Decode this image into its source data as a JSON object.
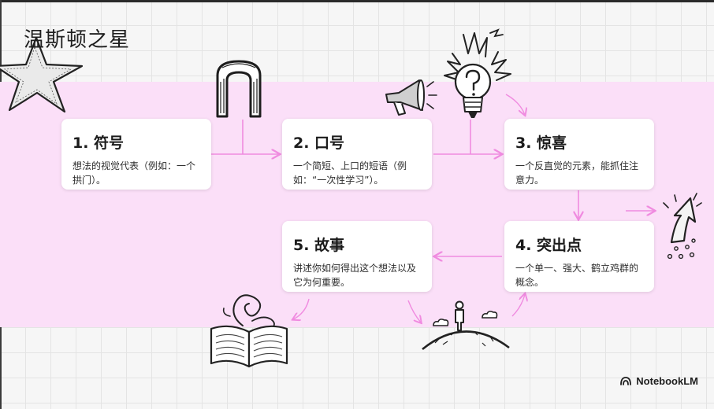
{
  "title": "温斯顿之星",
  "steps": [
    {
      "title": "1. 符号",
      "desc": "想法的视觉代表（例如：一个拱门）。"
    },
    {
      "title": "2. 口号",
      "desc": "一个简短、上口的短语（例如：“一次性学习”）。"
    },
    {
      "title": "3. 惊喜",
      "desc": "一个反直觉的元素，能抓住注意力。"
    },
    {
      "title": "4. 突出点",
      "desc": "一个单一、强大、鹤立鸡群的概念。"
    },
    {
      "title": "5. 故事",
      "desc": "讲述你如何得出这个想法以及它为何重要。"
    }
  ],
  "brand": {
    "label": "NotebookLM"
  },
  "colors": {
    "band": "#fbdff8",
    "arrow": "#f08be0",
    "card": "#ffffff",
    "ink": "#1d1d1f"
  },
  "icons": [
    "star-icon",
    "arch-icon",
    "megaphone-icon",
    "lightbulb-icon",
    "rising-arrow-icon",
    "person-on-hill-icon",
    "open-book-icon",
    "notebooklm-logo-icon"
  ]
}
